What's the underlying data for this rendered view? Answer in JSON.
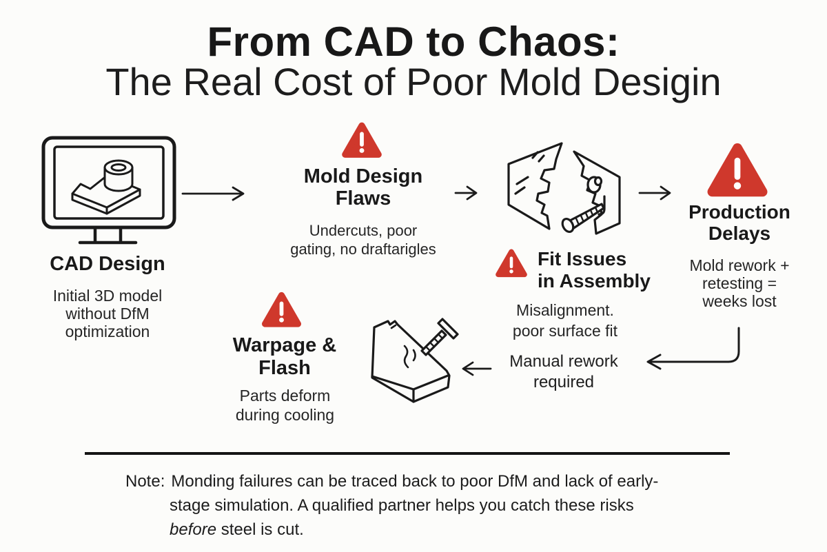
{
  "title": {
    "line1": "From CAD to Chaos:",
    "line2": "The Real Cost of Poor Mold Desigin"
  },
  "flow": {
    "cad": {
      "icon": "cad-monitor-icon",
      "heading": "CAD Design",
      "desc_lines": [
        "Initial 3D model",
        "without DfM",
        "optimization"
      ]
    },
    "mold_flaws": {
      "icon": "warning-triangle-icon",
      "heading_lines": [
        "Mold Design",
        "Flaws"
      ],
      "desc_lines": [
        "Undercuts, poor",
        "gating, no draftarigles"
      ]
    },
    "broken_mold": {
      "icon": "broken-mold-icon"
    },
    "fit_issues": {
      "icon": "warning-triangle-icon",
      "heading_lines": [
        "Fit Issues",
        "in Assembly"
      ],
      "desc_lines": [
        "Misalignment.",
        "poor surface fit"
      ]
    },
    "production_delays": {
      "icon": "warning-triangle-icon",
      "heading_lines": [
        "Production",
        "Delays"
      ],
      "desc_lines": [
        "Mold rework +",
        "retesting =",
        "weeks lost"
      ]
    },
    "manual_rework": {
      "label_lines": [
        "Manual rework",
        "required"
      ]
    },
    "warped_part": {
      "icon": "warped-part-icon"
    },
    "warpage": {
      "icon": "warning-triangle-icon",
      "heading_lines": [
        "Warpage &",
        "Flash"
      ],
      "desc_lines": [
        "Parts deform",
        "during cooling"
      ]
    }
  },
  "arrows": {
    "cad_to_flaws": "arrow-right-icon",
    "flaws_to_mold": "arrow-right-icon",
    "mold_to_delays": "arrow-right-icon",
    "delays_to_rework": "elbow-arrow-icon",
    "rework_to_part": "arrow-left-icon"
  },
  "note": {
    "prefix": "Note:",
    "line1": "Monding failures can be traced back to poor DfM and lack of early-",
    "line2": "stage simulation. A qualified partner helps you catch these risks",
    "emphasis": "before",
    "line3_rest": " steel is cut."
  },
  "colors": {
    "warning_red": "#cf382c",
    "ink": "#1b1b1b",
    "background": "#fcfcfa"
  }
}
